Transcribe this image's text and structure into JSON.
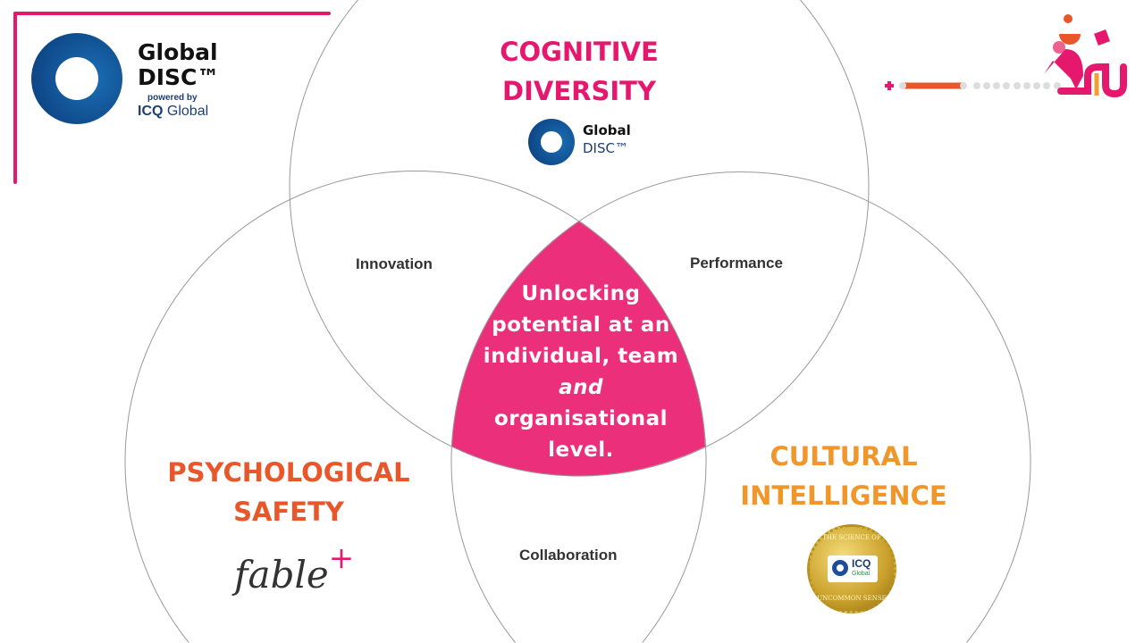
{
  "logo": {
    "line1": "Global",
    "line2": "DISC™",
    "powered": "powered by",
    "icq": "ICQ",
    "global": "Global"
  },
  "small_logo": {
    "line1": "Global",
    "line2": "DISC™"
  },
  "circles": [
    {
      "title_lines": [
        "COGNITIVE",
        "DIVERSITY"
      ],
      "color": "#e6186e"
    },
    {
      "title_lines": [
        "PSYCHOLOGICAL",
        "SAFETY"
      ],
      "color": "#e8562a",
      "brand": "fable",
      "brand_mark": "+"
    },
    {
      "title_lines": [
        "CULTURAL",
        "INTELLIGENCE"
      ],
      "color": "#f0962a"
    }
  ],
  "overlaps": {
    "innovation": "Innovation",
    "performance": "Performance",
    "collaboration": "Collaboration"
  },
  "center": {
    "line1": "Unlocking",
    "line2": "potential at an",
    "line3": "individual, team",
    "line4": "and",
    "line5": "organisational",
    "line6": "level."
  },
  "seal": {
    "top": "THE SCIENCE OF",
    "bottom": "UNCOMMON SENSE",
    "icq": "ICQ",
    "global": "Global"
  },
  "accent_color": "#ec2f7b"
}
